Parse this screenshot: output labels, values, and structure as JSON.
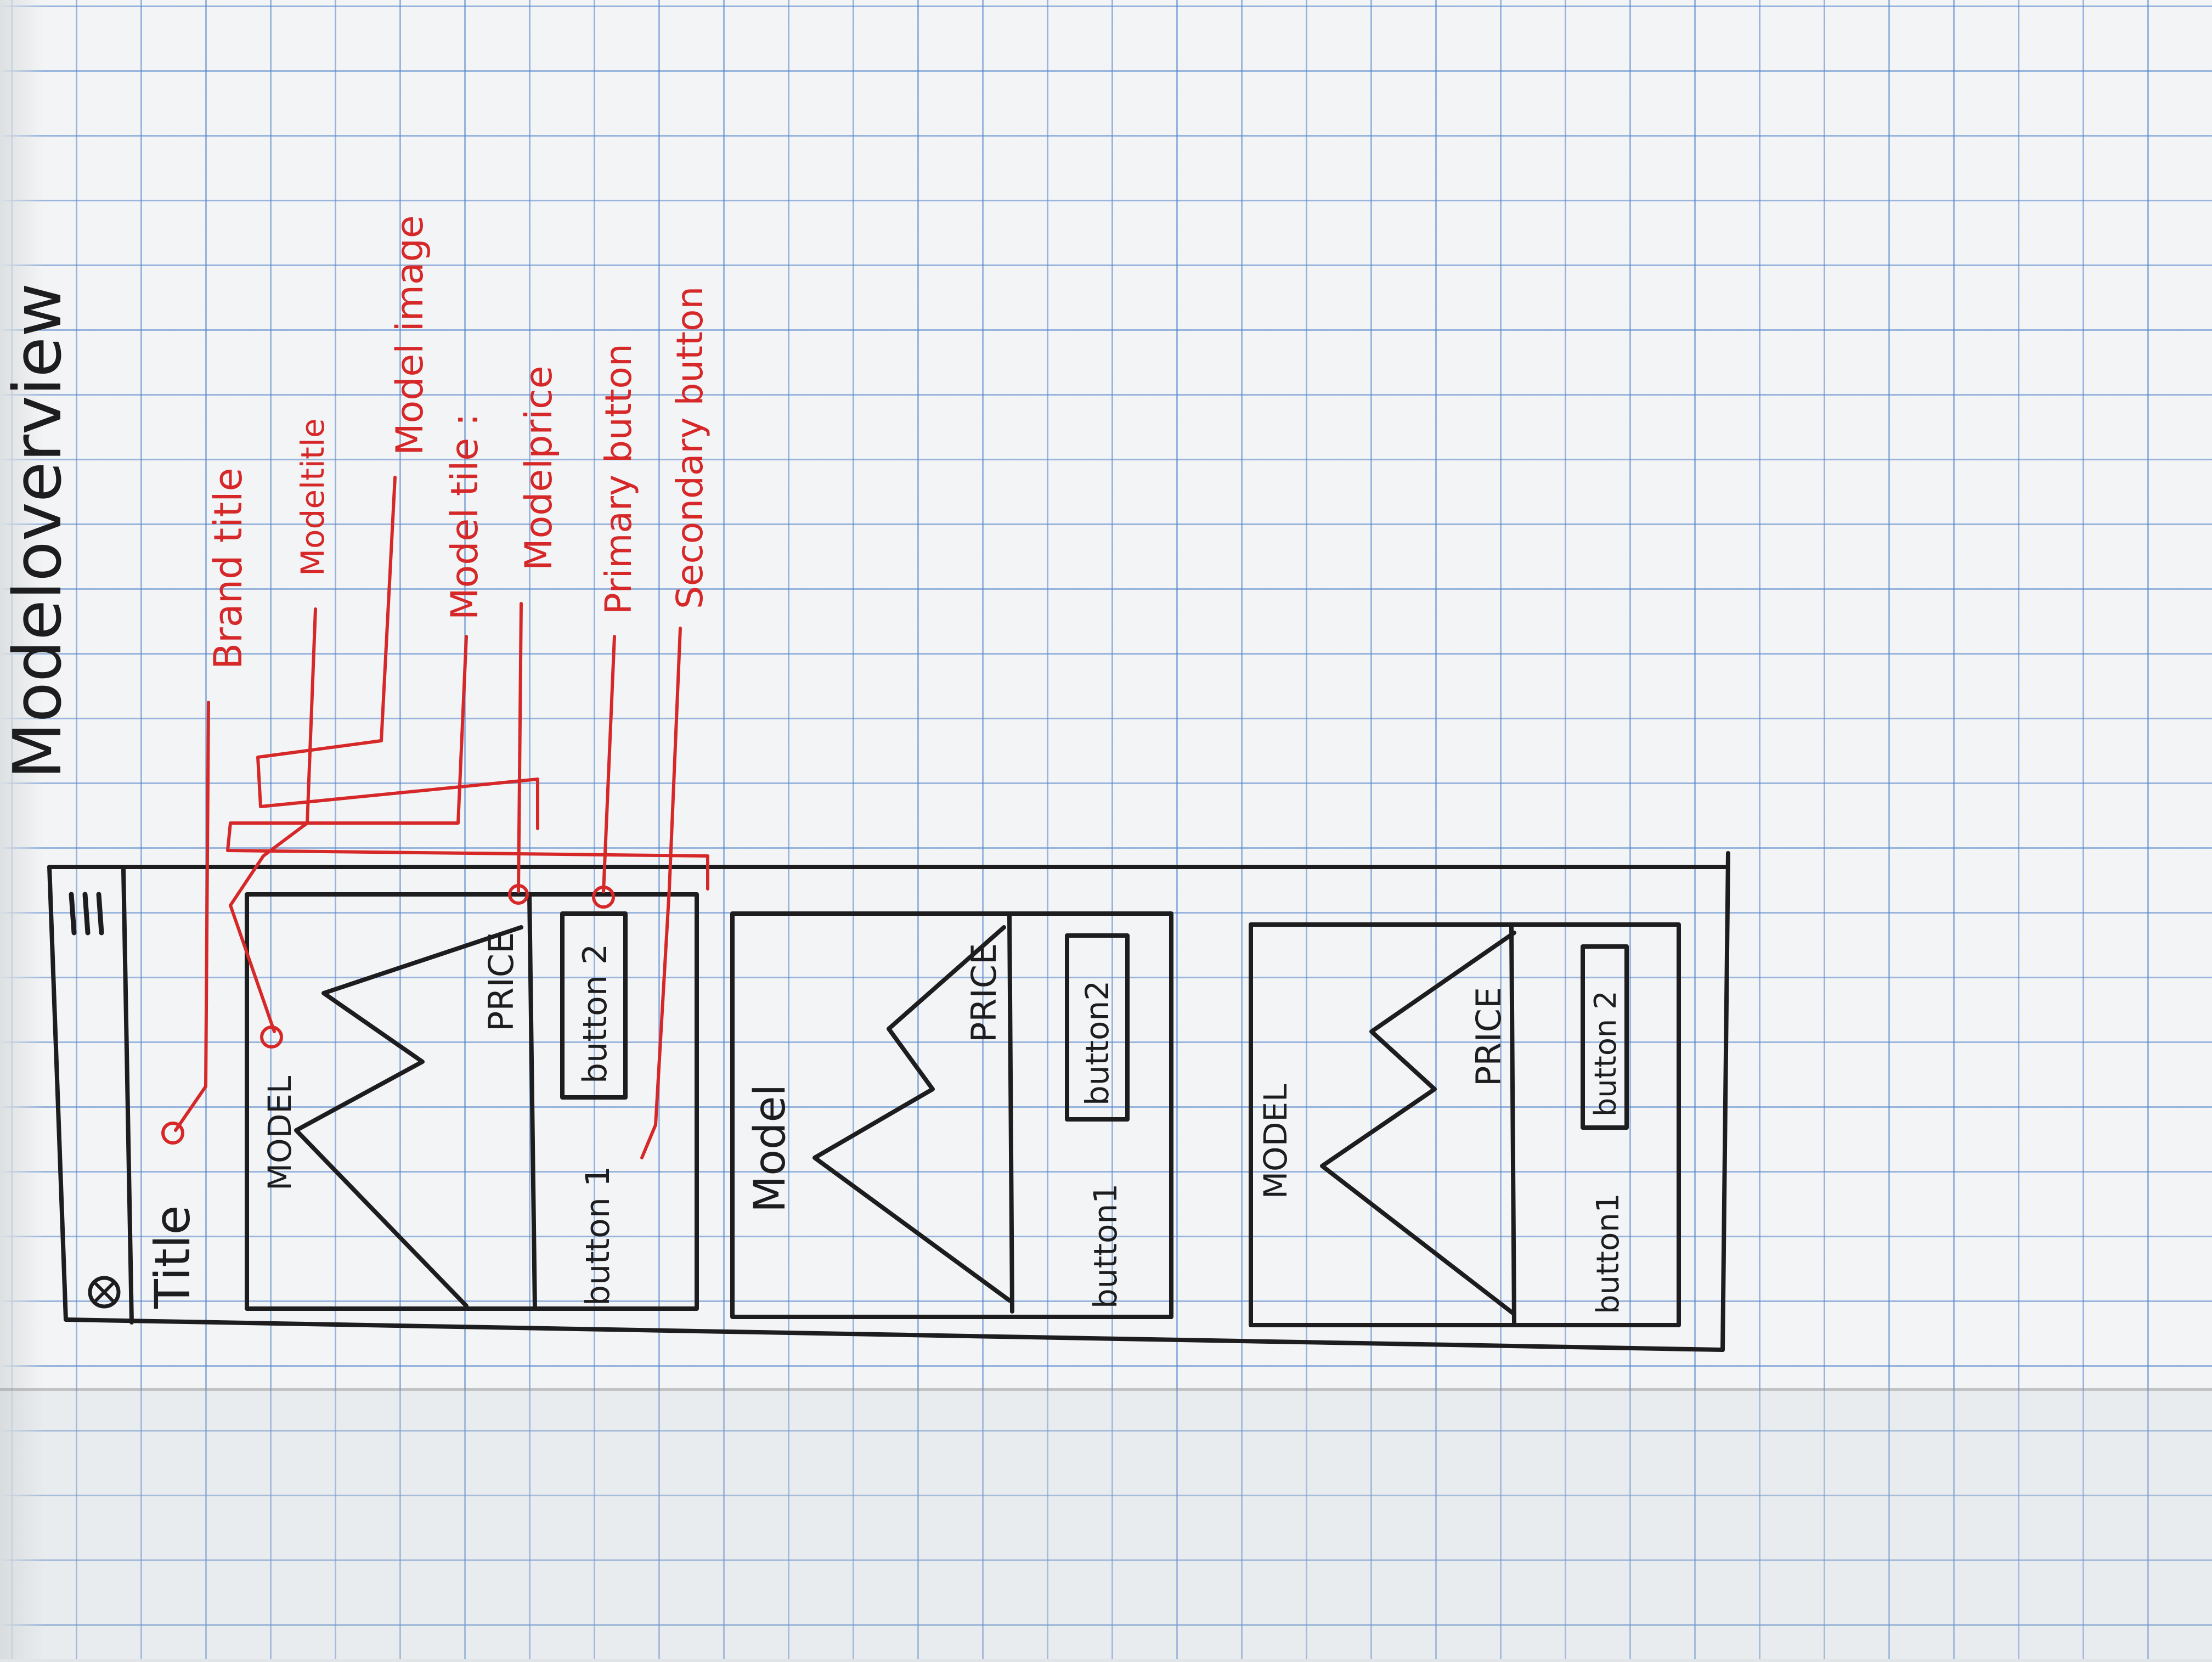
{
  "sketch_title": "Modeloverview",
  "app": {
    "title": "Title",
    "menu_icon": "hamburger-icon",
    "logo_icon": "circle-x-icon"
  },
  "cards": [
    {
      "model": "MODEL",
      "price": "PRICE",
      "button1": "button 1",
      "button2": "button 2"
    },
    {
      "model": "Model",
      "price": "PRICE",
      "button1": "button1",
      "button2": "button2"
    },
    {
      "model": "MODEL",
      "price": "PRICE",
      "button1": "button1",
      "button2": "button 2"
    }
  ],
  "annotations": {
    "brand_title": "Brand title",
    "model_title": "Modeltitle",
    "model_image": "Model image",
    "model_tile": "Model tile :",
    "model_price": "Modelprice",
    "primary_button": "Primary button",
    "secondary_button": "Secondary button"
  },
  "colors": {
    "ink": "#1d1d1f",
    "annotation": "#d62828",
    "grid": "#5082c8",
    "paper": "#f3f4f6"
  }
}
